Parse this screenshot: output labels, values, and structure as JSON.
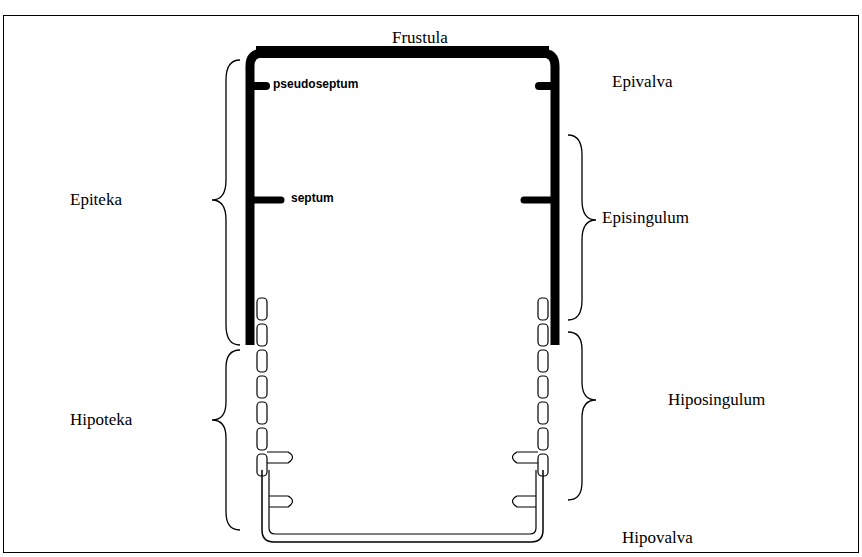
{
  "diagram": {
    "labels": [
      "Frustula",
      "pseudoseptum",
      "Epivalva",
      "Epiteka",
      "septum",
      "Episingulum",
      "Hipoteka",
      "Hiposingulum",
      "Hipovalva"
    ]
  }
}
